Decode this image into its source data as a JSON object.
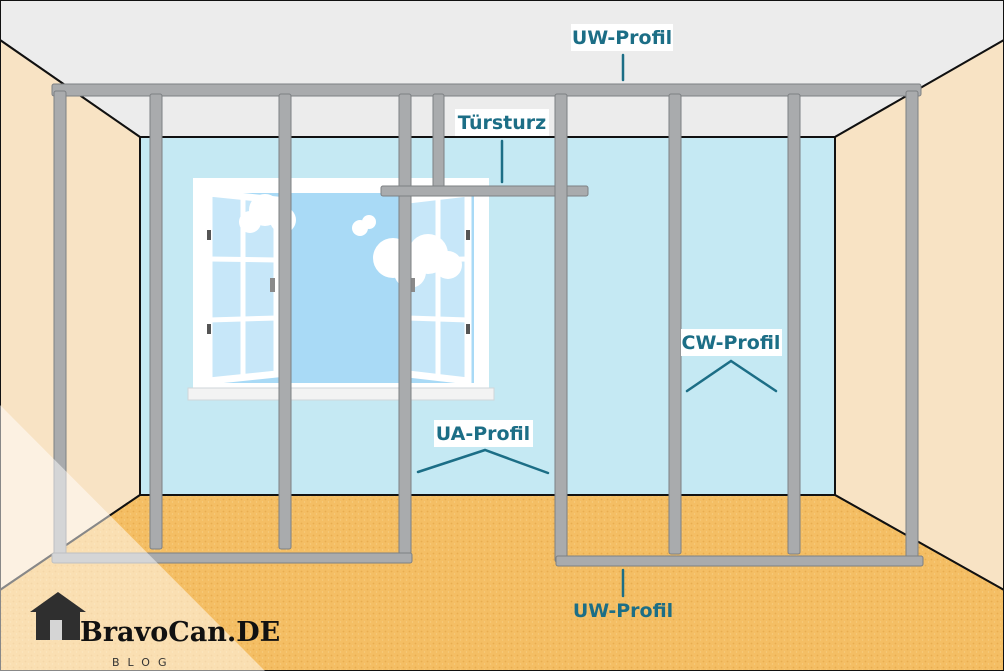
{
  "labels": {
    "uw_top": "UW-Profil",
    "tuersturz": "Türsturz",
    "cw": "CW-Profil",
    "ua": "UA-Profil",
    "uw_bottom": "UW-Profil"
  },
  "watermark": {
    "brand": "BravoCan.DE",
    "sub": "BLOG"
  },
  "colors": {
    "ceiling": "#ececec",
    "back_wall": "#c5e9f3",
    "side_wall": "#f8e3c4",
    "floor": "#f4be64",
    "profile": "#a9abad",
    "label_text": "#1c6e86",
    "sky": "#a9daf6"
  }
}
